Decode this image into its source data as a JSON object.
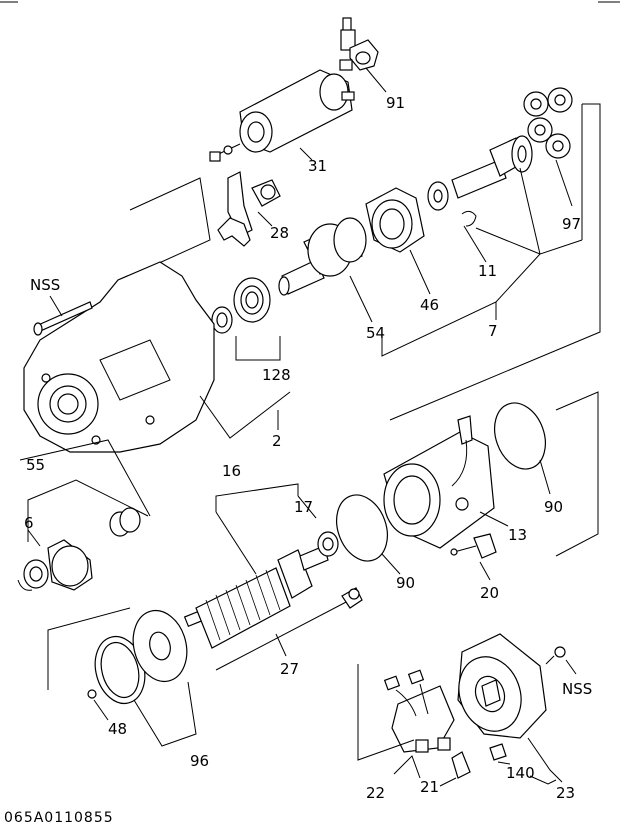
{
  "diagram_code": "065A0110855",
  "labels": {
    "l91": "91",
    "l31": "31",
    "l28": "28",
    "l97": "97",
    "l11": "11",
    "l46": "46",
    "l54": "54",
    "l7": "7",
    "lNSS1": "NSS",
    "l128": "128",
    "l2": "2",
    "l55": "55",
    "l6": "6",
    "l16": "16",
    "l17": "17",
    "l90a": "90",
    "l90b": "90",
    "l13": "13",
    "l20": "20",
    "l27": "27",
    "l48": "48",
    "l96": "96",
    "lNSS2": "NSS",
    "l140": "140",
    "l22": "22",
    "l21": "21",
    "l23": "23"
  }
}
